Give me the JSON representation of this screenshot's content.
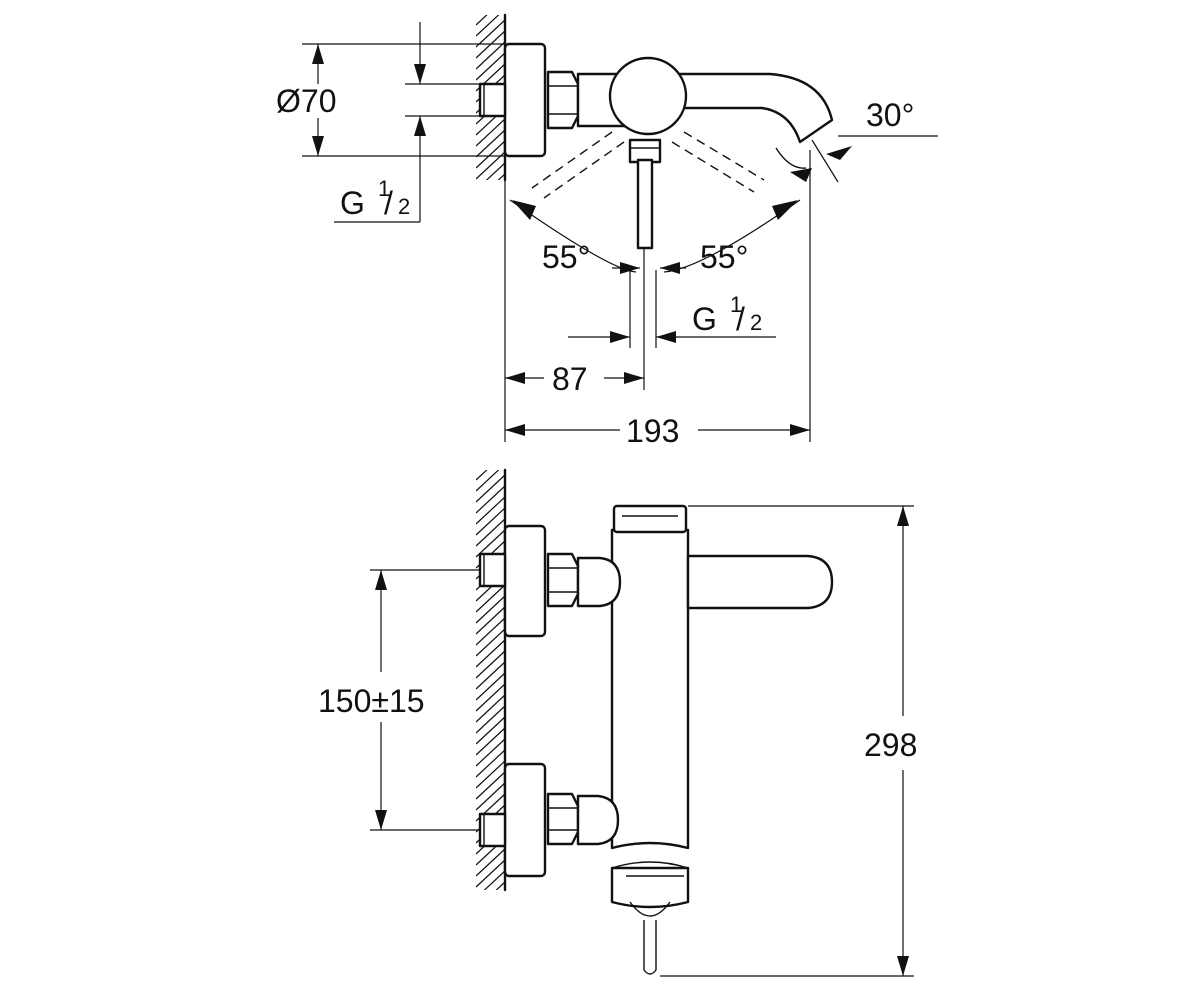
{
  "dimensions": {
    "diameter": "Ø70",
    "thread_top": {
      "main": "G",
      "num": "1",
      "den": "2"
    },
    "angle_spout": "30°",
    "angle_left": "55°",
    "angle_right": "55°",
    "thread_outlet": {
      "main": "G",
      "num": "1",
      "den": "2"
    },
    "offset": "87",
    "depth": "193",
    "spacing": "150±15",
    "height": "298"
  }
}
